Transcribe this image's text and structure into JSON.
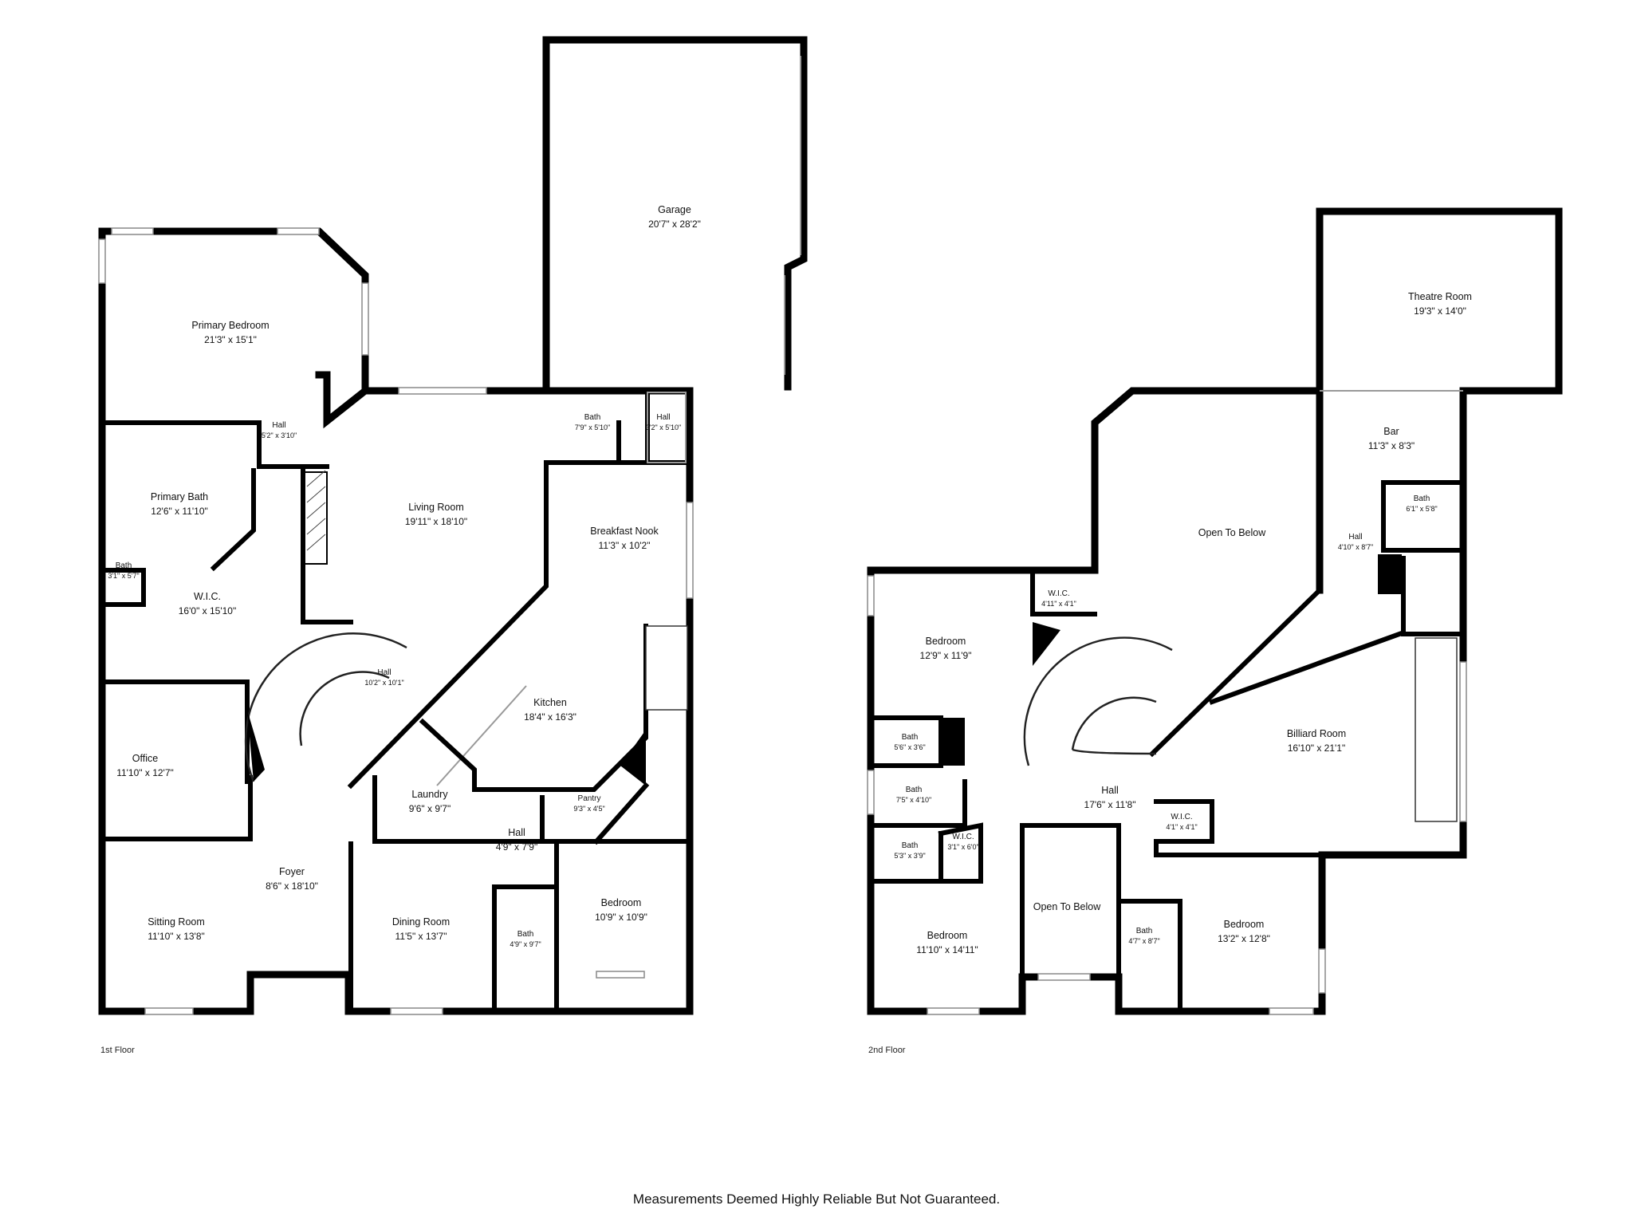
{
  "floors": [
    {
      "label": "1st Floor",
      "rooms": [
        {
          "name": "Garage",
          "dim": "20'7\" x 28'2\""
        },
        {
          "name": "Primary Bedroom",
          "dim": "21'3\" x 15'1\""
        },
        {
          "name": "Hall",
          "dim": "5'2\" x 3'10\""
        },
        {
          "name": "Living Room",
          "dim": "19'11\" x 18'10\""
        },
        {
          "name": "Bath",
          "dim": "7'9\" x 5'10\""
        },
        {
          "name": "Hall",
          "dim": "3'2\" x 5'10\""
        },
        {
          "name": "Primary Bath",
          "dim": "12'6\" x 11'10\""
        },
        {
          "name": "Breakfast Nook",
          "dim": "11'3\" x 10'2\""
        },
        {
          "name": "Bath",
          "dim": "3'1\" x 5'7\""
        },
        {
          "name": "W.I.C.",
          "dim": "16'0\" x 15'10\""
        },
        {
          "name": "Hall",
          "dim": "10'2\" x 10'1\""
        },
        {
          "name": "Kitchen",
          "dim": "18'4\" x 16'3\""
        },
        {
          "name": "Office",
          "dim": "11'10\" x 12'7\""
        },
        {
          "name": "Laundry",
          "dim": "9'6\" x 9'7\""
        },
        {
          "name": "Pantry",
          "dim": "9'3\" x 4'5\""
        },
        {
          "name": "Hall",
          "dim": "4'9\" x 7'9\""
        },
        {
          "name": "Foyer",
          "dim": "8'6\" x 18'10\""
        },
        {
          "name": "Bedroom",
          "dim": "10'9\" x 10'9\""
        },
        {
          "name": "Sitting Room",
          "dim": "11'10\" x 13'8\""
        },
        {
          "name": "Dining Room",
          "dim": "11'5\" x 13'7\""
        },
        {
          "name": "Bath",
          "dim": "4'9\" x 9'7\""
        }
      ]
    },
    {
      "label": "2nd Floor",
      "rooms": [
        {
          "name": "Theatre Room",
          "dim": "19'3\" x 14'0\""
        },
        {
          "name": "Bar",
          "dim": "11'3\" x 8'3\""
        },
        {
          "name": "Open To Below",
          "dim": ""
        },
        {
          "name": "Bath",
          "dim": "6'1\" x 5'8\""
        },
        {
          "name": "Hall",
          "dim": "4'10\" x 8'7\""
        },
        {
          "name": "W.I.C.",
          "dim": "4'11\" x 4'1\""
        },
        {
          "name": "Bedroom",
          "dim": "12'9\" x 11'9\""
        },
        {
          "name": "Bath",
          "dim": "5'6\" x 3'6\""
        },
        {
          "name": "Billiard Room",
          "dim": "16'10\" x 21'1\""
        },
        {
          "name": "Bath",
          "dim": "7'5\" x 4'10\""
        },
        {
          "name": "Hall",
          "dim": "17'6\" x 11'8\""
        },
        {
          "name": "W.I.C.",
          "dim": "4'1\" x 4'1\""
        },
        {
          "name": "W.I.C.",
          "dim": "3'1\" x 6'0\""
        },
        {
          "name": "Bath",
          "dim": "5'3\" x 3'9\""
        },
        {
          "name": "Open To Below",
          "dim": ""
        },
        {
          "name": "Bedroom",
          "dim": "11'10\" x 14'11\""
        },
        {
          "name": "Bath",
          "dim": "4'7\" x 8'7\""
        },
        {
          "name": "Bedroom",
          "dim": "13'2\" x 12'8\""
        }
      ]
    }
  ],
  "disclaimer": "Measurements Deemed Highly Reliable But Not Guaranteed."
}
